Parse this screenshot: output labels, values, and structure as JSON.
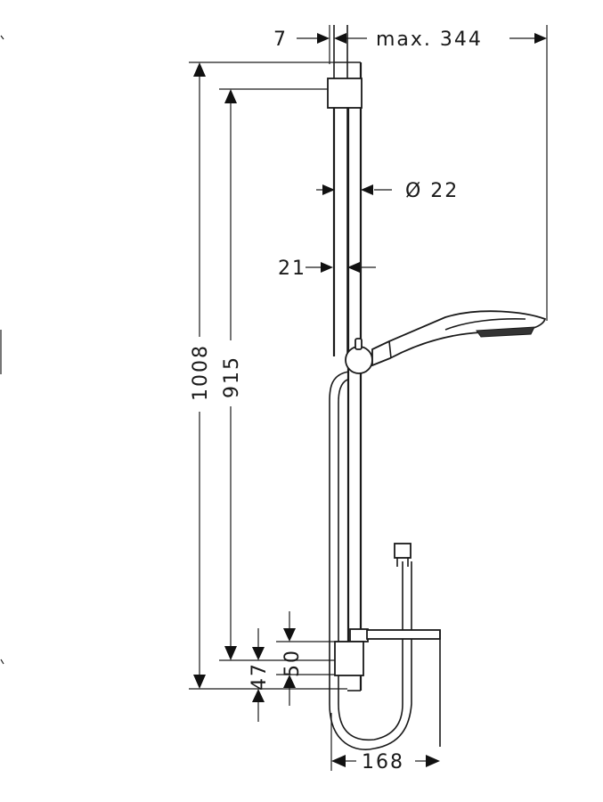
{
  "dimensions": {
    "offset_top": "7",
    "max_reach": "max. 344",
    "rail_diameter": "Ø 22",
    "wall_offset": "21",
    "total_height": "1008",
    "bracket_spacing": "915",
    "bottom_offset_47": "47",
    "bottom_offset_50": "50",
    "shelf_width": "168"
  },
  "colors": {
    "ink": "#1a1a1a",
    "background": "#ffffff"
  }
}
